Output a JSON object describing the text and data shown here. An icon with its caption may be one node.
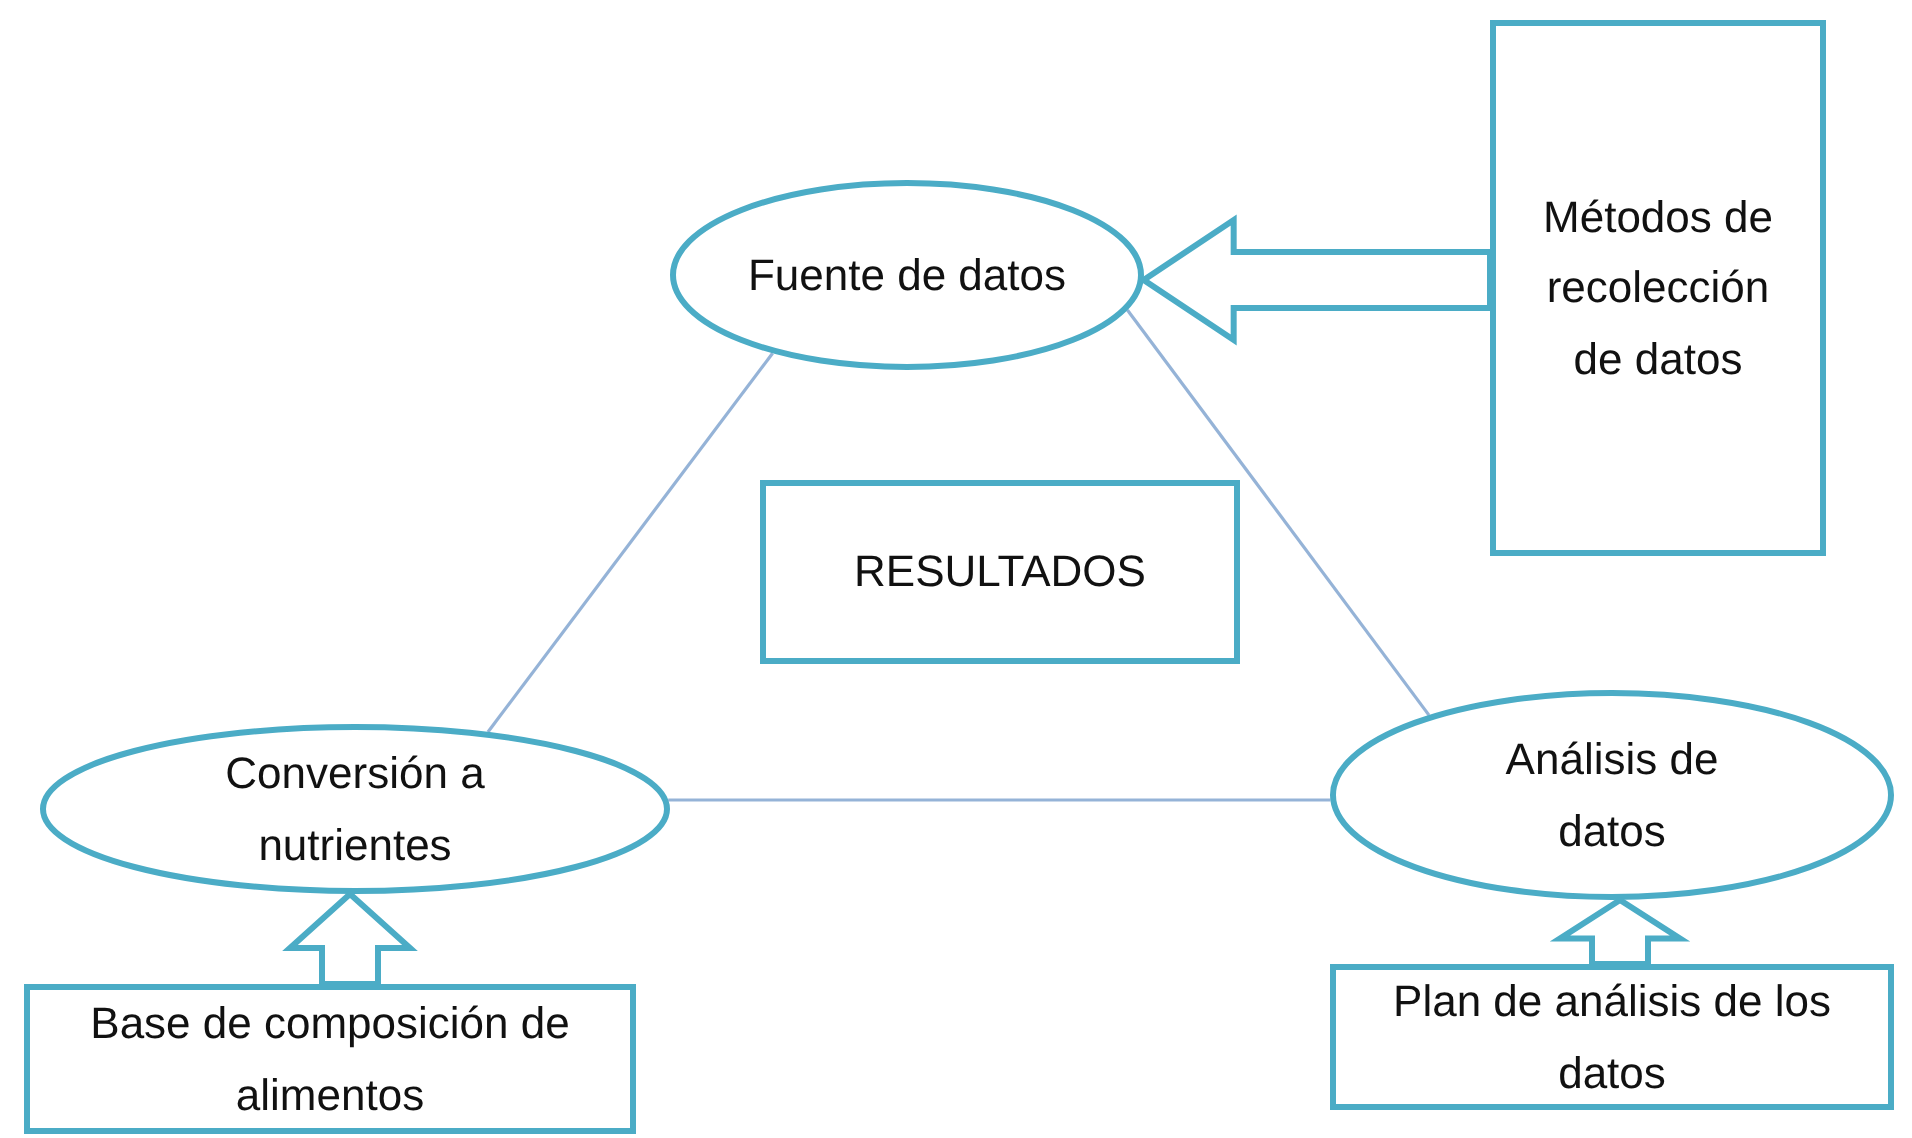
{
  "diagram": {
    "nodes": [
      {
        "text": [
          "Fuente de datos"
        ]
      },
      {
        "text": [
          "Métodos de recolección de datos"
        ]
      },
      {
        "text": [
          "RESULTADOS"
        ]
      },
      {
        "text": [
          "Conversión a nutrientes"
        ]
      },
      {
        "text": [
          "Análisis de datos"
        ]
      },
      {
        "text": [
          "Base de composición de alimentos"
        ]
      },
      {
        "text": [
          "Plan de análisis de los datos"
        ]
      }
    ],
    "edges": [
      {
        "from": 0,
        "to": 3,
        "arrow": "none"
      },
      {
        "from": 0,
        "to": 4,
        "arrow": "none"
      },
      {
        "from": 3,
        "to": 4,
        "arrow": "none"
      },
      {
        "from": 1,
        "to": 0,
        "arrow": "to",
        "style": "thick"
      },
      {
        "from": 5,
        "to": 3,
        "arrow": "to",
        "style": "thick"
      },
      {
        "from": 6,
        "to": 4,
        "arrow": "to",
        "style": "thick"
      }
    ]
  }
}
